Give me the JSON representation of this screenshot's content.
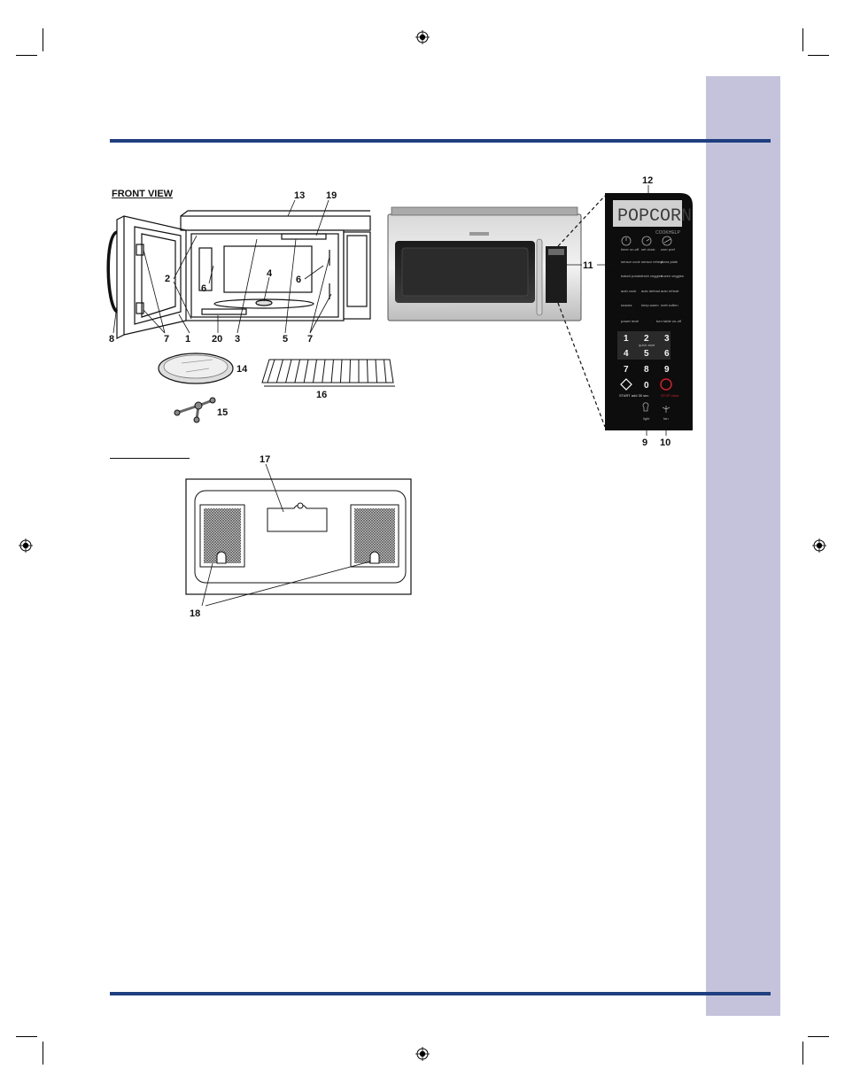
{
  "page": {
    "section_title": "FRONT VIEW",
    "accent_color": "#1f3f80",
    "side_tab_color": "#c5c3db"
  },
  "labels": {
    "l1": "1",
    "l2": "2",
    "l3": "3",
    "l4": "4",
    "l5": "5",
    "l6": "6",
    "l7": "7",
    "l8": "8",
    "l9": "9",
    "l10": "10",
    "l11": "11",
    "l12": "12",
    "l13": "13",
    "l14": "14",
    "l15": "15",
    "l16": "16",
    "l17": "17",
    "l18": "18",
    "l19": "19",
    "l20": "20"
  },
  "control_panel": {
    "display_text": "POPCORN",
    "display_sub": "COOKHELP",
    "row1": [
      "timer on-off",
      "set clock",
      "user pref"
    ],
    "row2": [
      "sensor cook",
      "sensor reheat",
      "pizza plate"
    ],
    "row3": [
      "baked potato",
      "fresh veggies",
      "frozen veggies"
    ],
    "row4": [
      "auto cook",
      "auto defrost",
      "auto reheat"
    ],
    "row5": [
      "snacks",
      "keep warm",
      "melt soften"
    ],
    "row6": [
      "power level",
      "",
      "turn table on-off"
    ],
    "digits": [
      "1",
      "2",
      "3",
      "4",
      "5",
      "6",
      "7",
      "8",
      "9",
      "0"
    ],
    "quick_start": "quick start",
    "start_label": "START add 30 sec",
    "stop_label": "STOP clear",
    "light_label": "light",
    "fan_label": "fan",
    "start_color": "#ffffff",
    "stop_color": "#d0202b"
  }
}
